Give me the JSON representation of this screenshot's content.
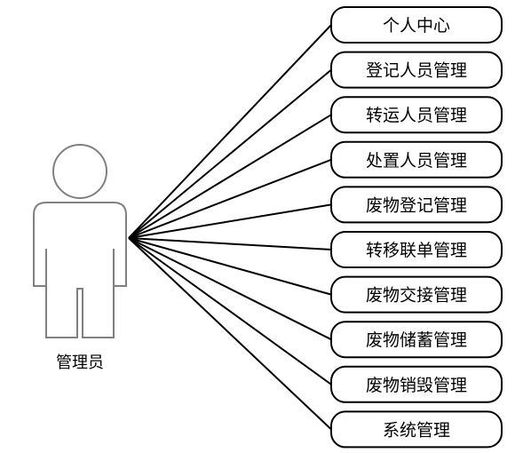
{
  "actor": {
    "label": "管理员"
  },
  "use_cases": [
    {
      "label": "个人中心"
    },
    {
      "label": "登记人员管理"
    },
    {
      "label": "转运人员管理"
    },
    {
      "label": "处置人员管理"
    },
    {
      "label": "废物登记管理"
    },
    {
      "label": "转移联单管理"
    },
    {
      "label": "废物交接管理"
    },
    {
      "label": "废物储蓄管理"
    },
    {
      "label": "废物销毁管理"
    },
    {
      "label": "系统管理"
    }
  ],
  "colors": {
    "stroke": "#000000",
    "actor_stroke": "#808080",
    "background": "#ffffff"
  }
}
